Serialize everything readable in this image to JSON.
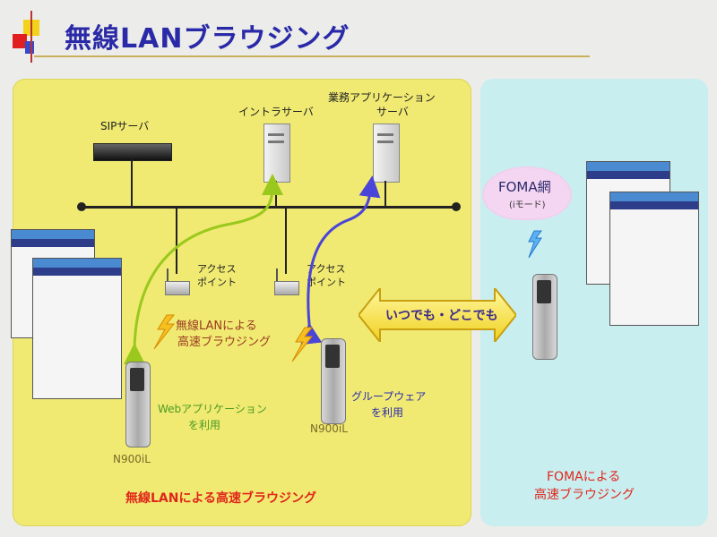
{
  "title": "無線LANブラウジング",
  "servers": {
    "sip": "SIPサーバ",
    "intra": "イントラサーバ",
    "biz_line1": "業務アプリケーション",
    "biz_line2": "サーバ"
  },
  "access_point_line1": "アクセス",
  "access_point_line2": "ポイント",
  "wlan_speed_line1": "無線LANによる",
  "wlan_speed_line2": "高速ブラウジング",
  "web_app_line1": "Webアプリケーション",
  "web_app_line2": "を利用",
  "groupware_line1": "グループウェア",
  "groupware_line2": "を利用",
  "phone_model": "N900iL",
  "anytime": "いつでも・どこでも",
  "foma_net": "FOMA網",
  "imode": "(iモード)",
  "wlan_caption": "無線LANによる高速ブラウジング",
  "foma_caption_line1": "FOMAによる",
  "foma_caption_line2": "高速ブラウジング",
  "colors": {
    "title": "#2a2aa8",
    "wlan_panel": "#f0ea72",
    "foma_panel": "#c9eef0",
    "green_path": "#9ac81c",
    "blue_path": "#4a44d8",
    "caption_red": "#e0261b"
  }
}
